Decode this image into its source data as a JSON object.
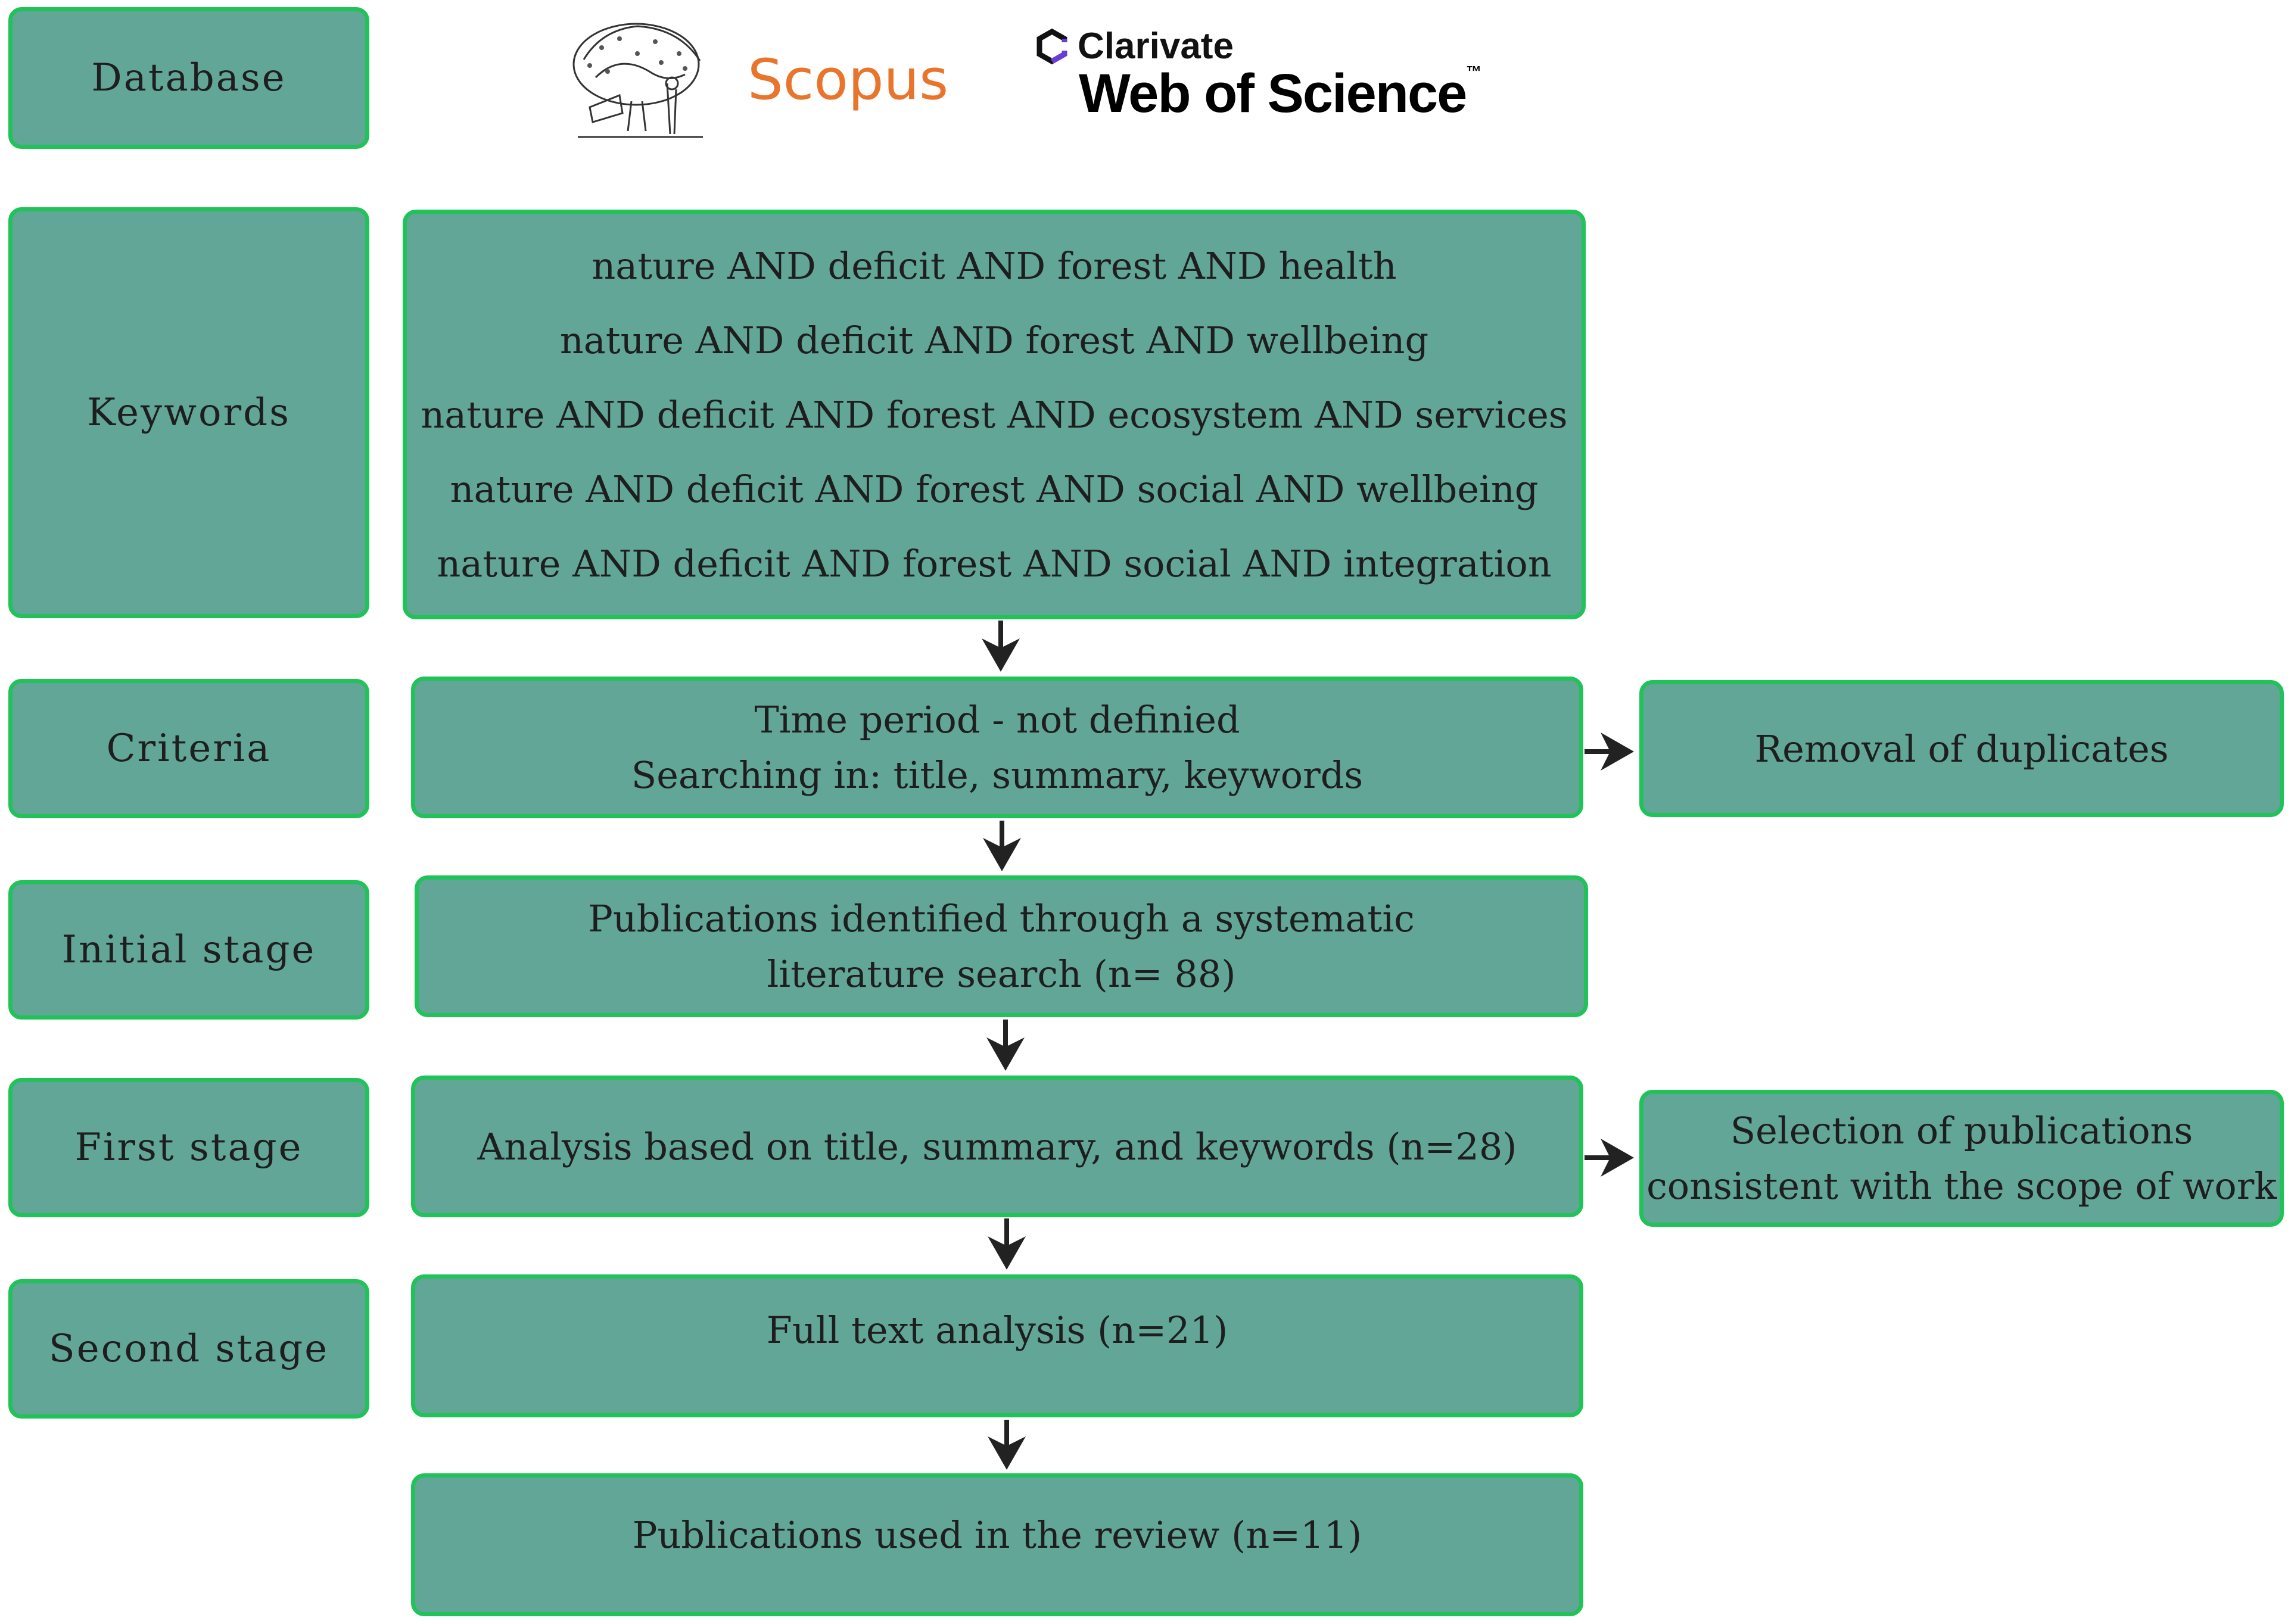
{
  "stages": {
    "database": "Database",
    "keywords": "Keywords",
    "criteria": "Criteria",
    "initial": "Initial stage",
    "first": "First stage",
    "second": "Second stage"
  },
  "logos": {
    "elsevier": "elsevier-tree-logo",
    "scopus": "Scopus",
    "clarivate": "Clarivate",
    "wos": "Web of Science",
    "tm": "™"
  },
  "keywords": [
    "nature AND deficit AND forest AND health",
    "nature AND deficit AND forest AND wellbeing",
    "nature AND deficit AND forest AND ecosystem AND services",
    "nature AND deficit AND forest AND social AND wellbeing",
    "nature AND deficit AND forest AND social AND integration"
  ],
  "criteria": {
    "line1": "Time period - not definied",
    "line2": "Searching in: title, summary, keywords"
  },
  "removal": "Removal of duplicates",
  "initial_box": {
    "line1": "Publications identified through a systematic",
    "line2": "literature search (n= 88)"
  },
  "first_box": "Analysis based on title, summary, and keywords (n=28)",
  "selection": {
    "line1": "Selection of publications",
    "line2": "consistent with the scope of work"
  },
  "second_box": "Full text analysis (n=21)",
  "final_box": "Publications used in the review (n=11)",
  "colors": {
    "box_fill": "#62a698",
    "box_border": "#22c25a",
    "scopus": "#e9742c",
    "clarivate_icon": "#6a3bd6"
  }
}
